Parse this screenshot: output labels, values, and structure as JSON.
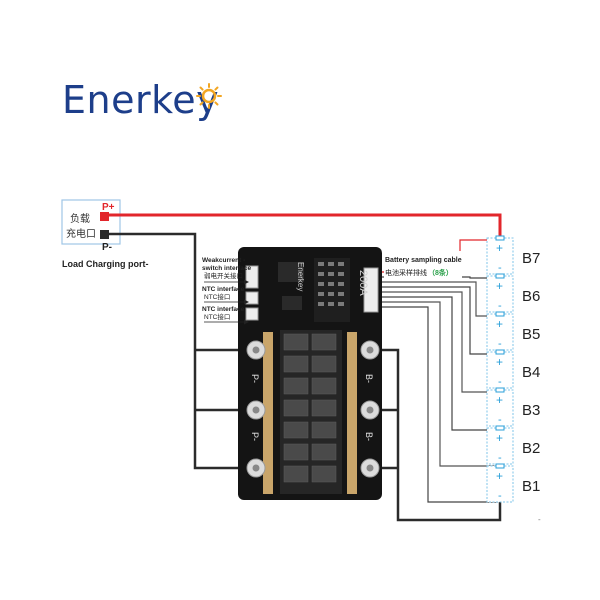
{
  "brand": {
    "logo_text": "Enerkey",
    "logo_icon": "sun-icon",
    "color": "#1d3e8a"
  },
  "load_port": {
    "cn_line1": "负载",
    "cn_line2": "充电口",
    "p_plus": "P+",
    "p_minus": "P-",
    "caption": "Load Charging port-"
  },
  "board": {
    "logo": "Enerkey",
    "rating": "200A",
    "weak_current_en": "Weakcurrent -",
    "weak_current_en2": "switch interface",
    "weak_current_cn": "弱电开关接口",
    "ntc1_en": "NTC interface",
    "ntc1_cn": "NTC接口",
    "ntc2_en": "NTC interface",
    "ntc2_cn": "NTC接口",
    "p_terminal": "P-",
    "b_terminal": "B-"
  },
  "sampling": {
    "label_en": "Battery sampling cable",
    "label_cn": "电池采样排线",
    "count": "（8条）"
  },
  "cells": [
    {
      "name": "B7",
      "plus": "+",
      "minus": "-"
    },
    {
      "name": "B6",
      "plus": "+",
      "minus": "-"
    },
    {
      "name": "B5",
      "plus": "+",
      "minus": "-"
    },
    {
      "name": "B4",
      "plus": "+",
      "minus": "-"
    },
    {
      "name": "B3",
      "plus": "+",
      "minus": "-"
    },
    {
      "name": "B2",
      "plus": "+",
      "minus": "-"
    },
    {
      "name": "B1",
      "plus": "+",
      "minus": "-"
    }
  ],
  "colors": {
    "red_wire": "#e2262b",
    "black_wire": "#2b2b2b",
    "cell_plus": "#2a9fd8",
    "cell_outline": "#7fc4e8",
    "count_green": "#2aa04a"
  }
}
